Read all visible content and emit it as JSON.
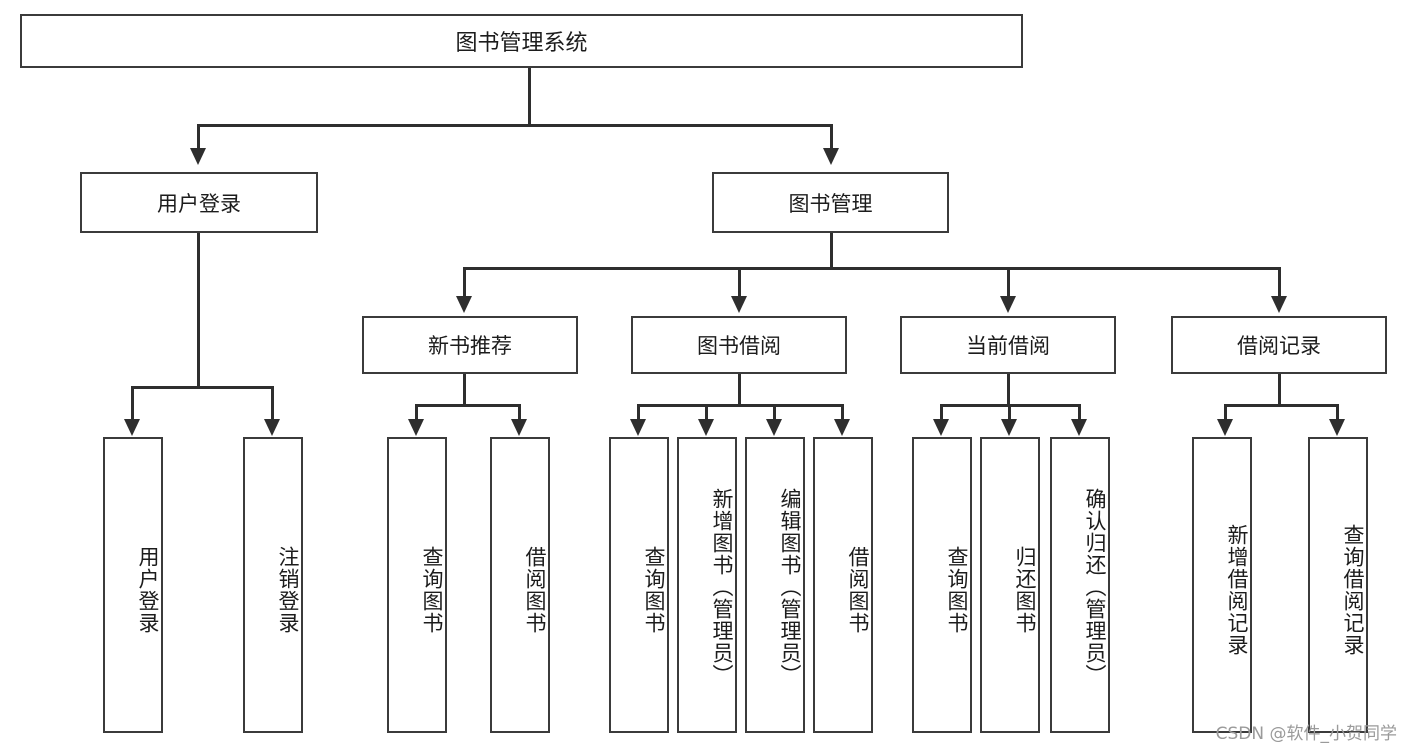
{
  "diagram": {
    "title": "图书管理系统",
    "type": "tree-hierarchy-diagram",
    "colors": {
      "border": "#3b3b3b",
      "line": "#2e2e2e",
      "text": "#1c1c1c",
      "background": "#ffffff",
      "watermark": "#9a9a9a"
    },
    "root": {
      "label": "图书管理系统"
    },
    "level1": [
      {
        "label": "用户登录"
      },
      {
        "label": "图书管理"
      }
    ],
    "level2": [
      {
        "label": "新书推荐"
      },
      {
        "label": "图书借阅"
      },
      {
        "label": "当前借阅"
      },
      {
        "label": "借阅记录"
      }
    ],
    "leaves": {
      "user_login": [
        {
          "label": "用户登录"
        },
        {
          "label": "注销登录"
        }
      ],
      "new_book_recommend": [
        {
          "label": "查询图书"
        },
        {
          "label": "借阅图书"
        }
      ],
      "book_borrow": [
        {
          "label": "查询图书"
        },
        {
          "label": "新增图书（管理员）"
        },
        {
          "label": "编辑图书（管理员）"
        },
        {
          "label": "借阅图书"
        }
      ],
      "current_borrow": [
        {
          "label": "查询图书"
        },
        {
          "label": "归还图书"
        },
        {
          "label": "确认归还（管理员）"
        }
      ],
      "borrow_record": [
        {
          "label": "新增借阅记录"
        },
        {
          "label": "查询借阅记录"
        }
      ]
    }
  },
  "watermark": {
    "text": "CSDN @软件_小贺同学"
  }
}
